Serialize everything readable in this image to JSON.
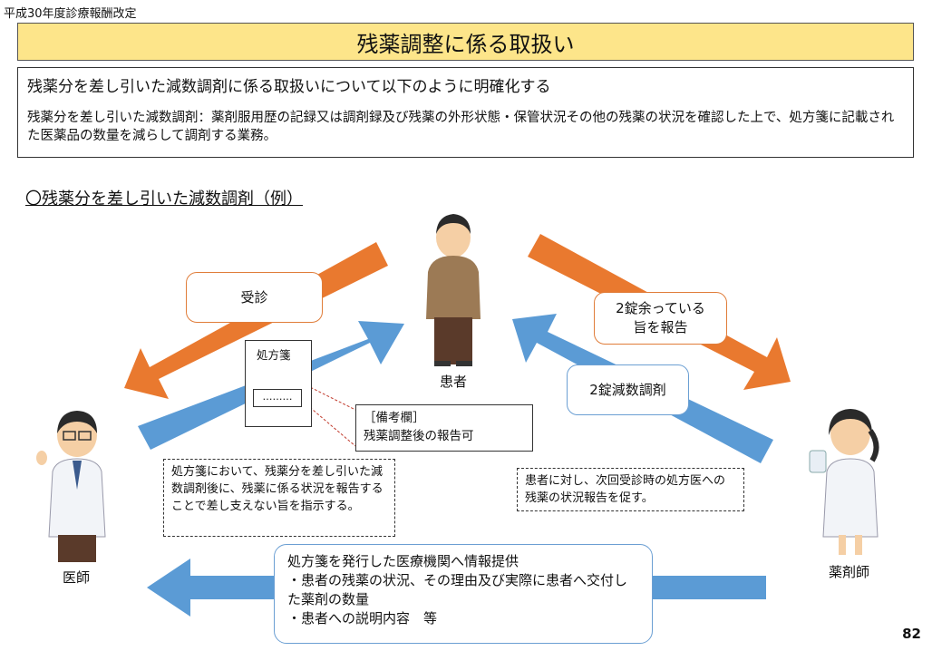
{
  "header": {
    "revision_note": "平成30年度診療報酬改定",
    "title": "残薬調整に係る取扱い"
  },
  "definition": {
    "lead": "残薬分を差し引いた減数調剤に係る取扱いについて以下のように明確化する",
    "text": "残薬分を差し引いた減数調剤：薬剤服用歴の記録又は調剤録及び残薬の外形状態・保管状況その他の残薬の状況を確認した上で、処方箋に記載された医薬品の数量を減らして調剤する業務。"
  },
  "section": {
    "title": "〇残薬分を差し引いた減数調剤（例）"
  },
  "actors": {
    "patient": "患者",
    "doctor": "医師",
    "pharmacist": "薬剤師"
  },
  "arrows": {
    "visit": "受診",
    "report_leftover_line1": "2錠余っている",
    "report_leftover_line2": "旨を報告",
    "reduced_dispense": "2錠減数調剤"
  },
  "prescription": {
    "title": "処方箋",
    "field": "………"
  },
  "remarks": {
    "line1": "［備考欄］",
    "line2": "残薬調整後の報告可"
  },
  "notes": {
    "doctor_note": "処方箋において、残薬分を差し引いた減数調剤後に、残薬に係る状況を報告することで差し支えない旨を指示する。",
    "pharmacist_note": "患者に対し、次回受診時の処方医への残薬の状況報告を促す。"
  },
  "info": {
    "heading": "処方箋を発行した医療機関へ情報提供",
    "item1": "・患者の残薬の状況、その理由及び実際に患者へ交付した薬剤の数量",
    "item2": "・患者への説明内容　等"
  },
  "page_number": "82",
  "colors": {
    "title_bg": "#fde58a",
    "orange_arrow": "#e9792f",
    "blue_arrow": "#5b9bd5"
  }
}
